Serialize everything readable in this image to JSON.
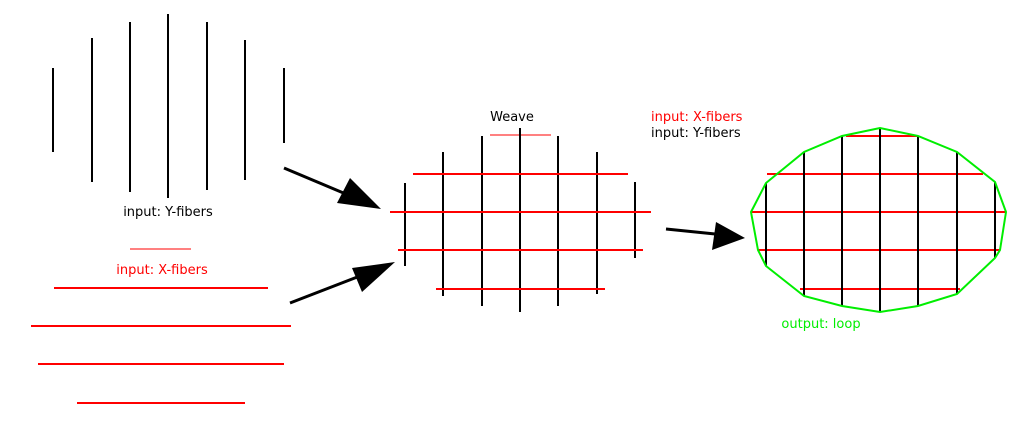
{
  "labels": {
    "y_fibers_input": "input: Y-fibers",
    "x_fibers_input": "input: X-fibers",
    "weave_title": "Weave",
    "weave_input_x": "input: X-fibers",
    "weave_input_y": "input: Y-fibers",
    "output": "output: loop"
  },
  "colors": {
    "y_fiber": "#000000",
    "x_fiber": "#ff0000",
    "loop": "#00ee00",
    "arrow": "#000000"
  }
}
